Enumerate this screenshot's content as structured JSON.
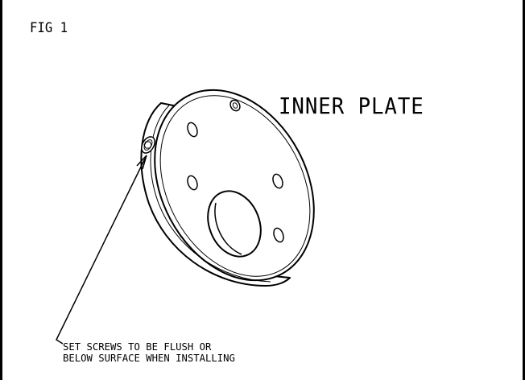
{
  "figure": {
    "label": "FIG 1",
    "part_label": "INNER PLATE",
    "note_lines": [
      "SET SCREWS TO BE FLUSH OR",
      "BELOW SURFACE WHEN INSTALLING"
    ],
    "line_color": "#000000",
    "background_color": "#ffffff"
  }
}
